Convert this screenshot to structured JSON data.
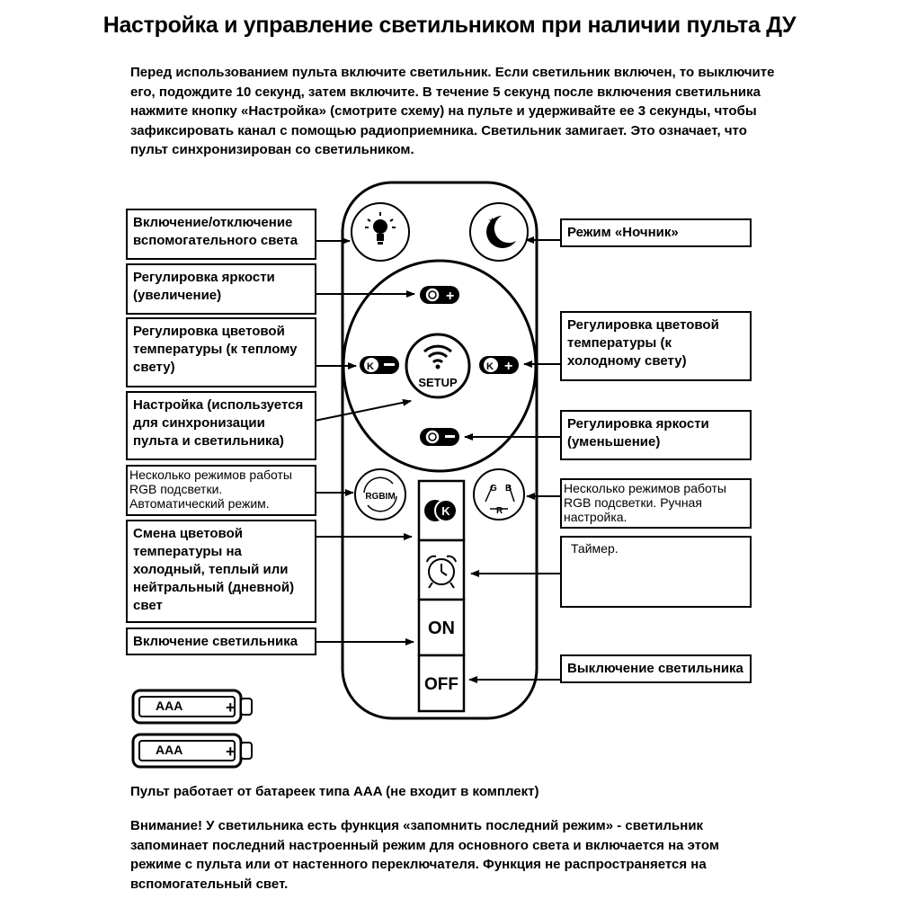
{
  "title": "Настройка и управление светильником при наличии пульта ДУ",
  "intro": "Перед использованием пульта включите светильник. Если светильник включен, то выключите его, подождите 10 секунд, затем включите. В течение 5 секунд после включения светильника нажмите кнопку «Настройка» (смотрите схему) на пульте и удерживайте ее 3 секунды, чтобы зафиксировать канал с помощью радиоприемника. Светильник замигает. Это означает, что пульт синхронизирован со светильником.",
  "labels": {
    "aux_light": "Включение/отключение вспомогательного света",
    "brightness_up": "Регулировка яркости (увеличение)",
    "temp_warm": "Регулировка цветовой температуры (к теплому свету)",
    "setup": "Настройка (используется для синхронизации пульта и светильника)",
    "rgb_auto": "Несколько режимов работы RGB подсветки. Автоматический режим.",
    "temp_change": "Смена цветовой температуры на холодный, теплый или нейтральный (дневной) свет",
    "power_on": "Включение светильника",
    "night_mode": "Режим «Ночник»",
    "temp_cold": "Регулировка цветовой температуры (к холодному свету)",
    "brightness_down": "Регулировка яркости (уменьшение)",
    "rgb_manual": "Несколько режимов работы RGB подсветки. Ручная настройка.",
    "timer": "Таймер.",
    "power_off": "Выключение светильника"
  },
  "remote": {
    "setup_label": "SETUP",
    "rgb_label": "RGBIM",
    "on_label": "ON",
    "off_label": "OFF",
    "k_label": "K"
  },
  "batteries": [
    {
      "label": "AAA",
      "plus": "+"
    },
    {
      "label": "AAA",
      "plus": "+"
    }
  ],
  "battery_note": "Пульт работает от батареек типа AAA (не входит в комплект)",
  "warning": "Внимание! У светильника есть функция «запомнить последний режим» - светильник запоминает последний настроенный режим для основного света и включается на этом режиме с пульта или от настенного переключателя. Функция не распространяется на вспомогательный свет."
}
